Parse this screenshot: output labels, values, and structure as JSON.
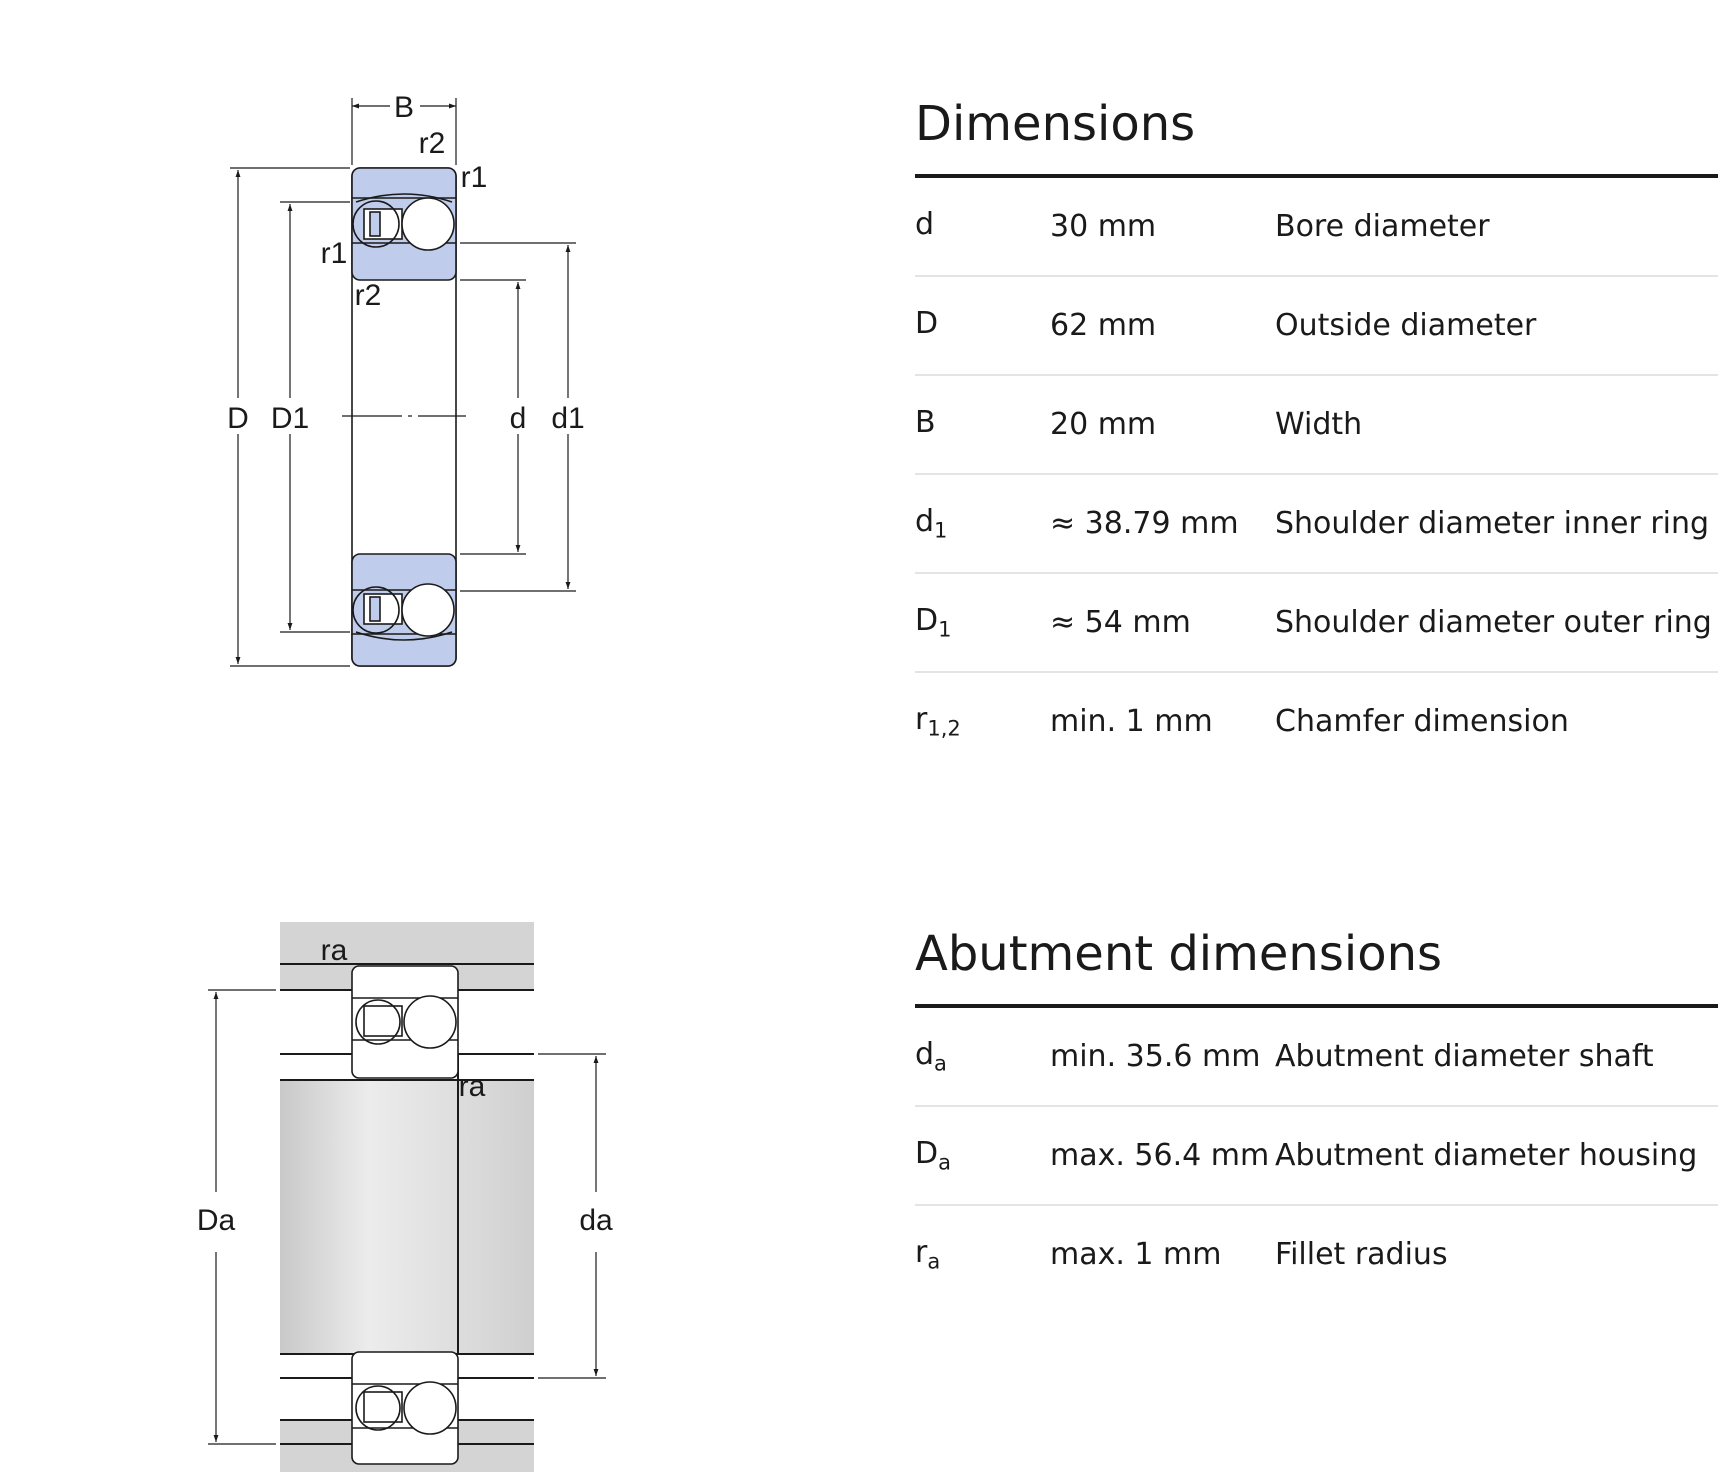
{
  "diagram_top": {
    "labels": {
      "B": "B",
      "r2_top": "r2",
      "r1_top": "r1",
      "r1_left": "r1",
      "r2_left": "r2",
      "D": "D",
      "D1": "D1",
      "d": "d",
      "d1": "d1"
    }
  },
  "diagram_bottom": {
    "labels": {
      "ra_top": "ra",
      "ra_mid": "ra",
      "Da": "Da",
      "da": "da"
    }
  },
  "colors": {
    "ring_fill": "#c0ccec",
    "shaft_fill": "#d4d4d4",
    "line": "#1a1a1a",
    "divider": "#e4e4e4"
  },
  "dimensions": {
    "title": "Dimensions",
    "rows": [
      {
        "symbol": "d",
        "sub": "",
        "value": "30 mm",
        "description": "Bore diameter"
      },
      {
        "symbol": "D",
        "sub": "",
        "value": "62 mm",
        "description": "Outside diameter"
      },
      {
        "symbol": "B",
        "sub": "",
        "value": "20 mm",
        "description": "Width"
      },
      {
        "symbol": "d",
        "sub": "1",
        "value": "≈ 38.79 mm",
        "description": "Shoulder diameter inner ring"
      },
      {
        "symbol": "D",
        "sub": "1",
        "value": "≈ 54 mm",
        "description": "Shoulder diameter outer ring"
      },
      {
        "symbol": "r",
        "sub": "1,2",
        "value": "min. 1 mm",
        "description": "Chamfer dimension"
      }
    ]
  },
  "abutment": {
    "title": "Abutment dimensions",
    "rows": [
      {
        "symbol": "d",
        "sub": "a",
        "value": "min. 35.6 mm",
        "description": "Abutment diameter shaft"
      },
      {
        "symbol": "D",
        "sub": "a",
        "value": "max. 56.4 mm",
        "description": "Abutment diameter housing"
      },
      {
        "symbol": "r",
        "sub": "a",
        "value": "max. 1 mm",
        "description": "Fillet radius"
      }
    ]
  }
}
